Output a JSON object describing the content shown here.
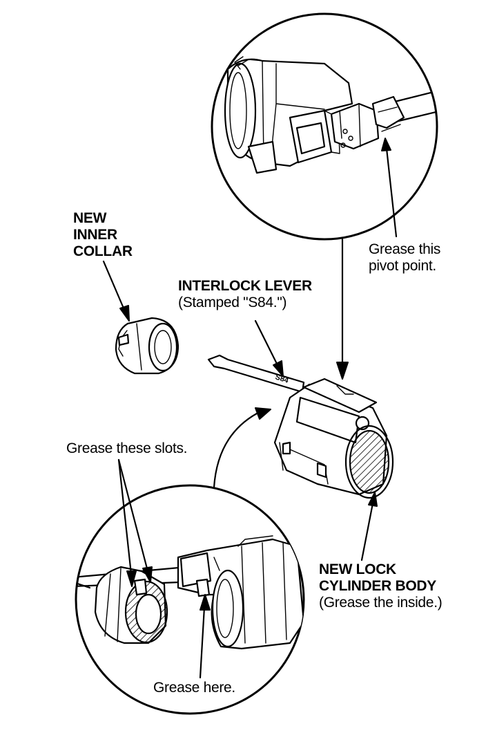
{
  "labels": {
    "inner_collar": [
      "NEW",
      "INNER",
      "COLLAR"
    ],
    "interlock_lever_title": "INTERLOCK LEVER",
    "interlock_lever_note": "(Stamped \"S84.\")",
    "lever_stamp": "S84",
    "grease_pivot": [
      "Grease this",
      "pivot point."
    ],
    "grease_slots": "Grease these slots.",
    "lock_cylinder": [
      "NEW LOCK",
      "CYLINDER BODY"
    ],
    "lock_cylinder_note": "(Grease the inside.)",
    "grease_here": "Grease here."
  },
  "colors": {
    "line": "#000000",
    "background": "#ffffff"
  }
}
